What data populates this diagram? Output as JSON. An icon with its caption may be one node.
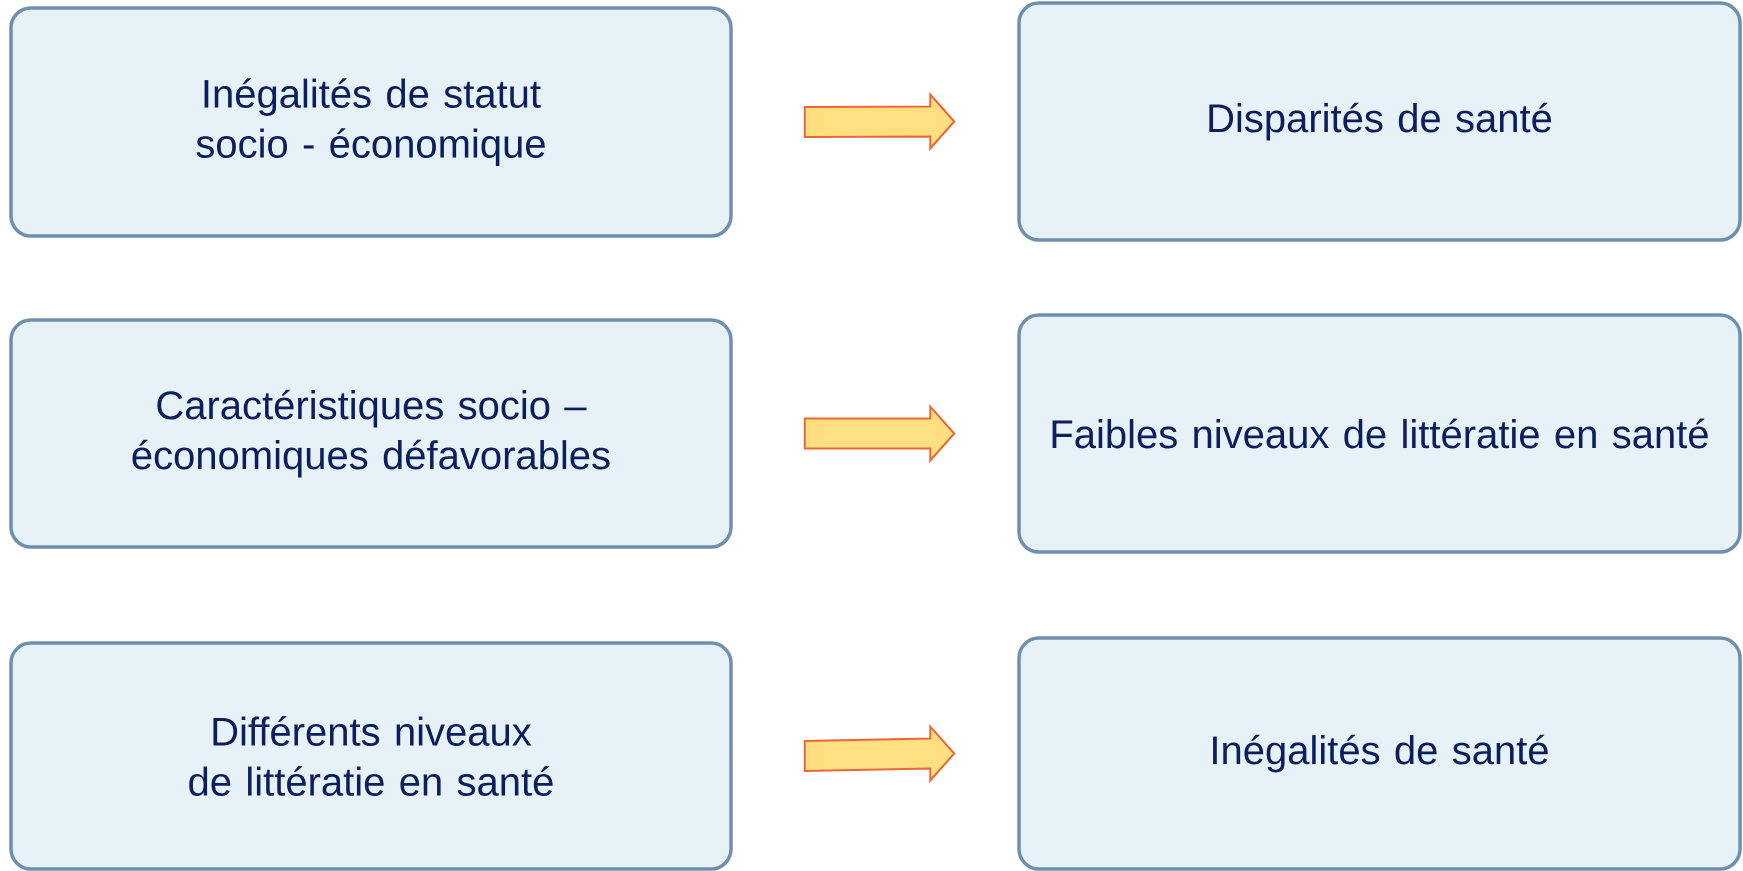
{
  "diagram": {
    "nodes": [
      {
        "text": [
          "Inégalités de statut socio - économique"
        ]
      },
      {
        "text": [
          "Disparités de santé"
        ]
      },
      {
        "text": [
          "Caractéristiques socio – économiques défavorables"
        ]
      },
      {
        "text": [
          "Faibles niveaux de littératie en santé"
        ]
      },
      {
        "text": [
          "Différents niveaux de littératie en santé"
        ]
      },
      {
        "text": [
          "Inégalités de santé"
        ]
      }
    ],
    "edges": [
      {
        "from": 0,
        "to": 1,
        "arrow": "to"
      },
      {
        "from": 2,
        "to": 3,
        "arrow": "to"
      },
      {
        "from": 4,
        "to": 5,
        "arrow": "to"
      }
    ]
  }
}
